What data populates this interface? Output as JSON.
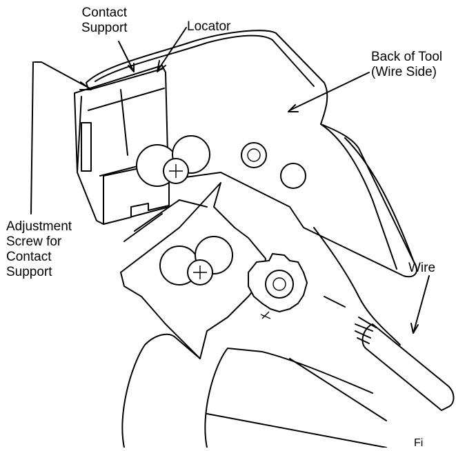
{
  "labels": {
    "contact_support": "Contact\nSupport",
    "locator": "Locator",
    "back_of_tool": "Back of Tool\n(Wire Side)",
    "adjustment_screw": "Adjustment\nScrew for\nContact\nSupport",
    "wire": "Wire",
    "partial_text": "Fi"
  },
  "icons": {
    "tool_drawing": "crimp-tool-illustration",
    "wire_drawing": "stripped-wire-illustration"
  }
}
